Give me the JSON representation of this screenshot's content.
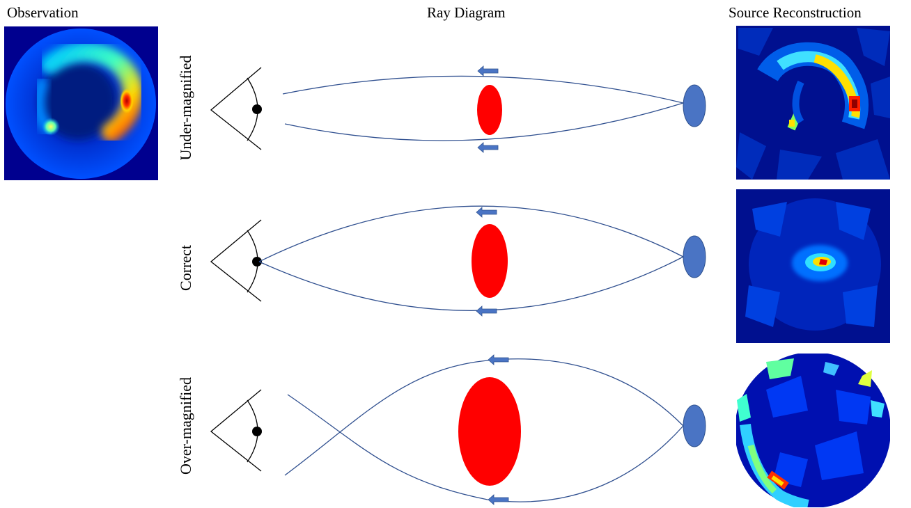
{
  "headers": {
    "observation": "Observation",
    "ray_diagram": "Ray Diagram",
    "source_reconstruction": "Source Reconstruction"
  },
  "rows": [
    {
      "label": "Under-magnified"
    },
    {
      "label": "Correct"
    },
    {
      "label": "Over-magnified"
    }
  ],
  "colors": {
    "ray": "#2f4f8f",
    "lens": "#ff0000",
    "source": "#4a74c4",
    "arrow": "#4a74c4",
    "jet_dark": "#00008f",
    "jet_blue": "#0040ff",
    "jet_cyan": "#00e0ff",
    "jet_yellow": "#ffe000",
    "jet_red": "#d00000"
  },
  "icons": [
    "eye-icon",
    "lens-galaxy",
    "source-galaxy",
    "ray-arrow-icon"
  ]
}
